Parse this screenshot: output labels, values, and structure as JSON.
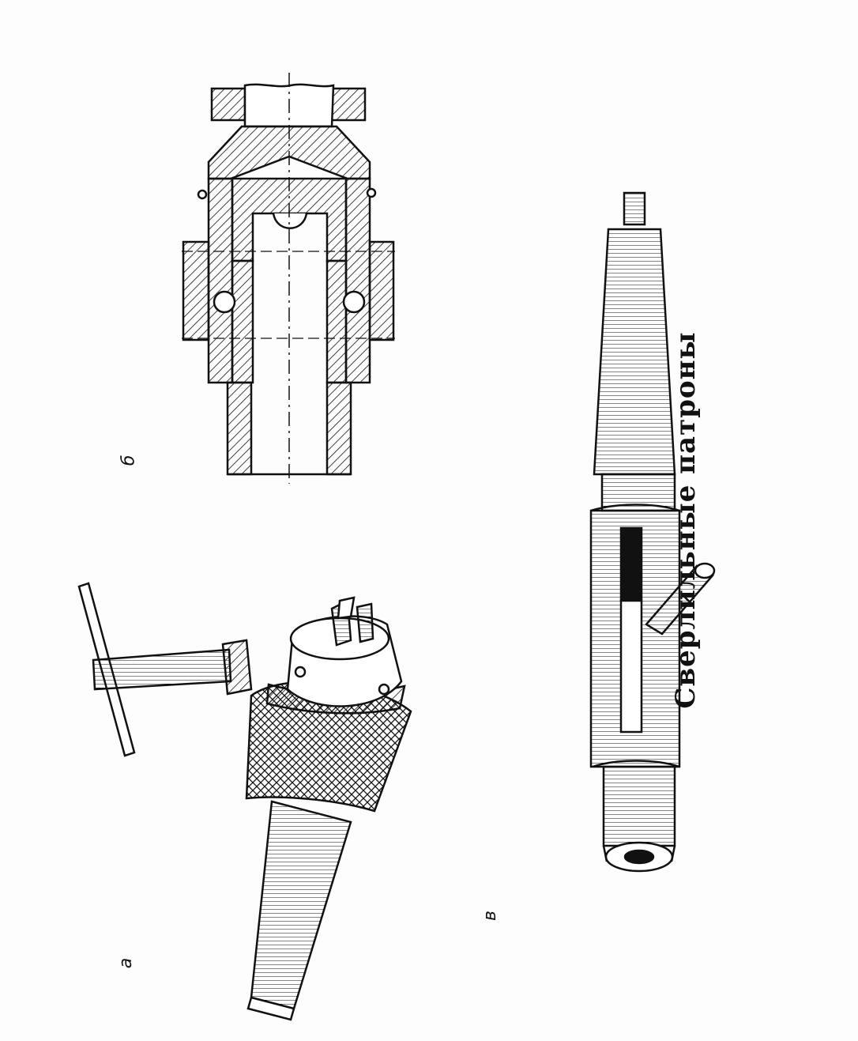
{
  "title": "Сверлильные патроны",
  "panels": [
    {
      "label": "а"
    },
    {
      "label": "б"
    },
    {
      "label": "в"
    }
  ],
  "colors": {
    "ink": "#111111",
    "paper": "#fdfdfd"
  }
}
